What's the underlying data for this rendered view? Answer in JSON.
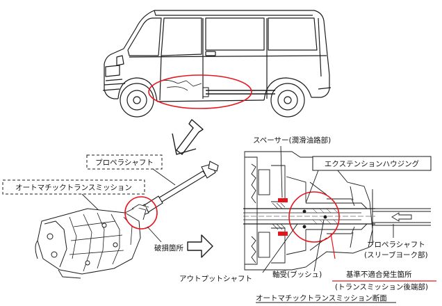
{
  "labels": {
    "propeller_shaft_top": "プロペラシャフト",
    "automatic_transmission": "オートマチックトランスミッション",
    "damaged_part": "破損箇所",
    "spacer": "スペーサー(潤滑油路部)",
    "extension_housing": "エクステンションハウジング",
    "propeller_shaft_sleeve": "プロペラシャフト",
    "sleeve_yoke": "(スリーブヨーク部)",
    "output_shaft": "アウトプットシャフト",
    "bearing_bush": "軸受(ブッシュ)",
    "nonconforming_location": "基準不適合発生箇所",
    "transmission_rear": "(トランスミッション後端部)",
    "section_caption": "オートマチックトランスミッション断面"
  },
  "colors": {
    "highlight": "#e8141c",
    "line": "#1a1a1a"
  }
}
